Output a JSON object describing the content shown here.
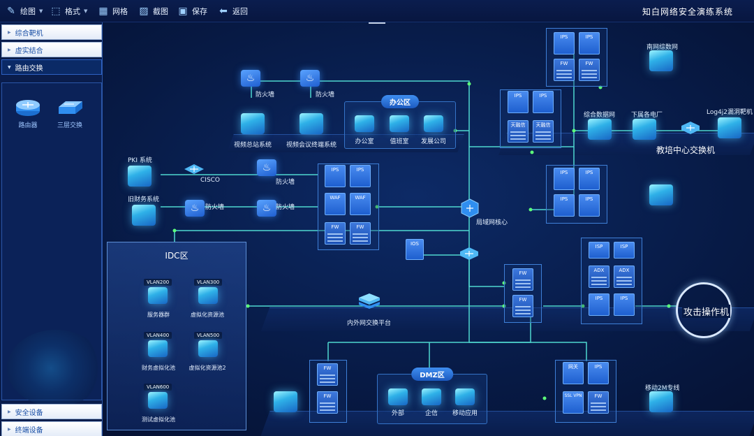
{
  "toolbar": {
    "draw": "绘图",
    "format": "格式",
    "grid": "网格",
    "screenshot": "截图",
    "save": "保存",
    "back": "返回"
  },
  "app_title": "知白网络安全演练系统",
  "sidebar": {
    "sections": [
      "综合靶机",
      "虚实结合",
      "路由交换",
      "安全设备",
      "终端设备"
    ],
    "palette": [
      "路由器",
      "三层交换"
    ]
  },
  "canvas": {
    "office": {
      "title": "办公区",
      "items": [
        "办公室",
        "值班室",
        "发展公司"
      ]
    },
    "video": [
      "视频总站系统",
      "视频会议终端系统"
    ],
    "firewall": "防火墙",
    "pki": "PKI 系统",
    "old_finance": "旧财务系统",
    "cisco": "CISCO",
    "core": "局域网核心",
    "ios": "IOS",
    "exchange": "内外网交换平台",
    "idc": {
      "title": "IDC区",
      "vlans": [
        {
          "tag": "VLAN200",
          "name": "服务器群"
        },
        {
          "tag": "VLAN300",
          "name": "虚拟化资源池"
        },
        {
          "tag": "VLAN400",
          "name": "财务虚拟化池"
        },
        {
          "tag": "VLAN500",
          "name": "虚拟化资源池2"
        },
        {
          "tag": "VLAN600",
          "name": "测试虚拟化池"
        }
      ]
    },
    "dmz": {
      "title": "DMZ区",
      "items": [
        "外部",
        "企信",
        "移动应用"
      ]
    },
    "right_nodes": {
      "south": "南网综数网",
      "data_net": "综合数据网",
      "power_plant": "下属各电厂",
      "log4j": "Log4j2漏洞靶机",
      "center_switch": "教培中心交换机",
      "attack": "攻击操作机",
      "mobile": "移动2M专线"
    },
    "tiles": {
      "ips": "IPS",
      "fw": "FW",
      "waf": "WAF",
      "tianrongxin": "天融信",
      "isp": "ISP",
      "adx": "ADX",
      "gateway": "网关",
      "sslvpn": "SSL VPN"
    }
  }
}
